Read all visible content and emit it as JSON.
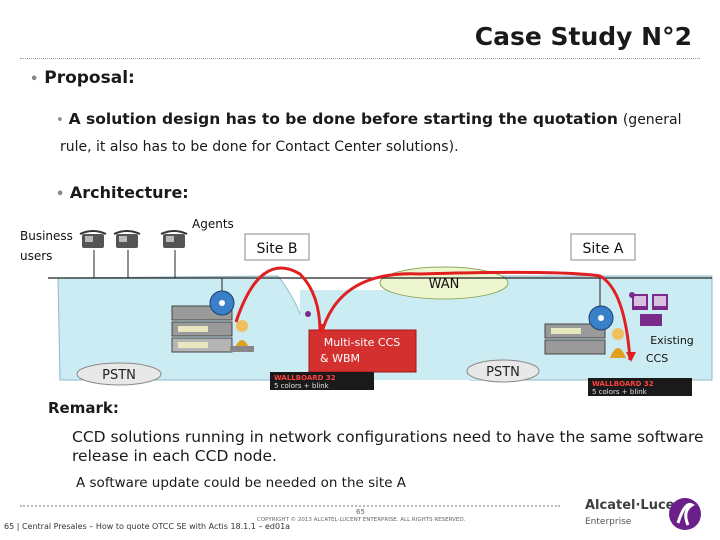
{
  "header": {
    "title": "Case Study N°2"
  },
  "proposal": {
    "heading": "Proposal:",
    "point_strong": "A solution design has to be done before starting the quotation",
    "point_light_1": "(general",
    "point_light_2": "rule, it also has to be done for Contact Center solutions).",
    "architecture_heading": "Architecture:"
  },
  "diagram": {
    "business_users": "Business users",
    "agents": "Agents",
    "site_b": "Site B",
    "site_a": "Site A",
    "wan": "WAN",
    "pstn_left": "PSTN",
    "pstn_right": "PSTN",
    "multisite_ccs": "Multi-site CCS & WBM",
    "existing_ccs": "Existing CCS",
    "wallboard_text": "WALLBOARD 32",
    "wallboard_sub": "5 colors + blink",
    "colors": {
      "lan": "#ccecf4",
      "wan": "#eef6cf",
      "link": "#e02020",
      "multisite": "#d43030",
      "ccs": "#7a2a8a"
    }
  },
  "remark": {
    "heading": "Remark:",
    "line1": "CCD solutions running in network configurations need to have the same software release in each CCD node.",
    "line2": "A software update could be needed on the site A"
  },
  "footer": {
    "page_number": "65",
    "copyright": "COPYRIGHT © 2013 ALCATEL-LUCENT ENTERPRISE. ALL RIGHTS RESERVED.",
    "text": "65 | Central Presales – How to quote OTCC SE with Actis 18.1.1 – ed01a",
    "logo_name": "Alcatel·Lucent",
    "logo_sub": "Enterprise"
  }
}
